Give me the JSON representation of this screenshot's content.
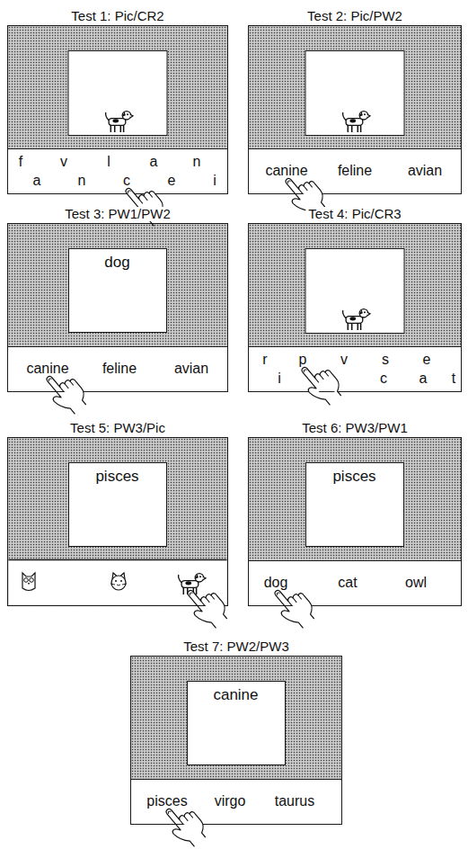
{
  "diagram": {
    "nodes": [
      {
        "text": [
          "Test 1: Pic/CR2"
        ]
      },
      {
        "text": [
          "f",
          "v",
          "l",
          "a",
          "n",
          "a",
          "n",
          "c",
          "e",
          "i"
        ],
        "in": 0
      },
      {
        "text": [
          "Test 2: Pic/PW2"
        ]
      },
      {
        "text": [
          "canine",
          "feline",
          "avian"
        ],
        "in": 2
      },
      {
        "text": [
          "Test 3: PW1/PW2"
        ]
      },
      {
        "text": [
          "dog"
        ],
        "in": 4
      },
      {
        "text": [
          "canine",
          "feline",
          "avian"
        ],
        "in": 4
      },
      {
        "text": [
          "Test 4: Pic/CR3"
        ]
      },
      {
        "text": [
          "r",
          "p",
          "v",
          "s",
          "e",
          "i",
          "c",
          "a",
          "t"
        ],
        "in": 7
      },
      {
        "text": [
          "Test 5: PW3/Pic"
        ]
      },
      {
        "text": [
          "pisces"
        ],
        "in": 9
      },
      {
        "text": [
          "Test 6: PW3/PW1"
        ]
      },
      {
        "text": [
          "pisces"
        ],
        "in": 11
      },
      {
        "text": [
          "dog",
          "cat",
          "owl"
        ],
        "in": 11
      },
      {
        "text": [
          "Test 7: PW2/PW3"
        ]
      },
      {
        "text": [
          "canine"
        ],
        "in": 14
      },
      {
        "text": [
          "pisces",
          "virgo",
          "taurus"
        ],
        "in": 14
      }
    ]
  }
}
